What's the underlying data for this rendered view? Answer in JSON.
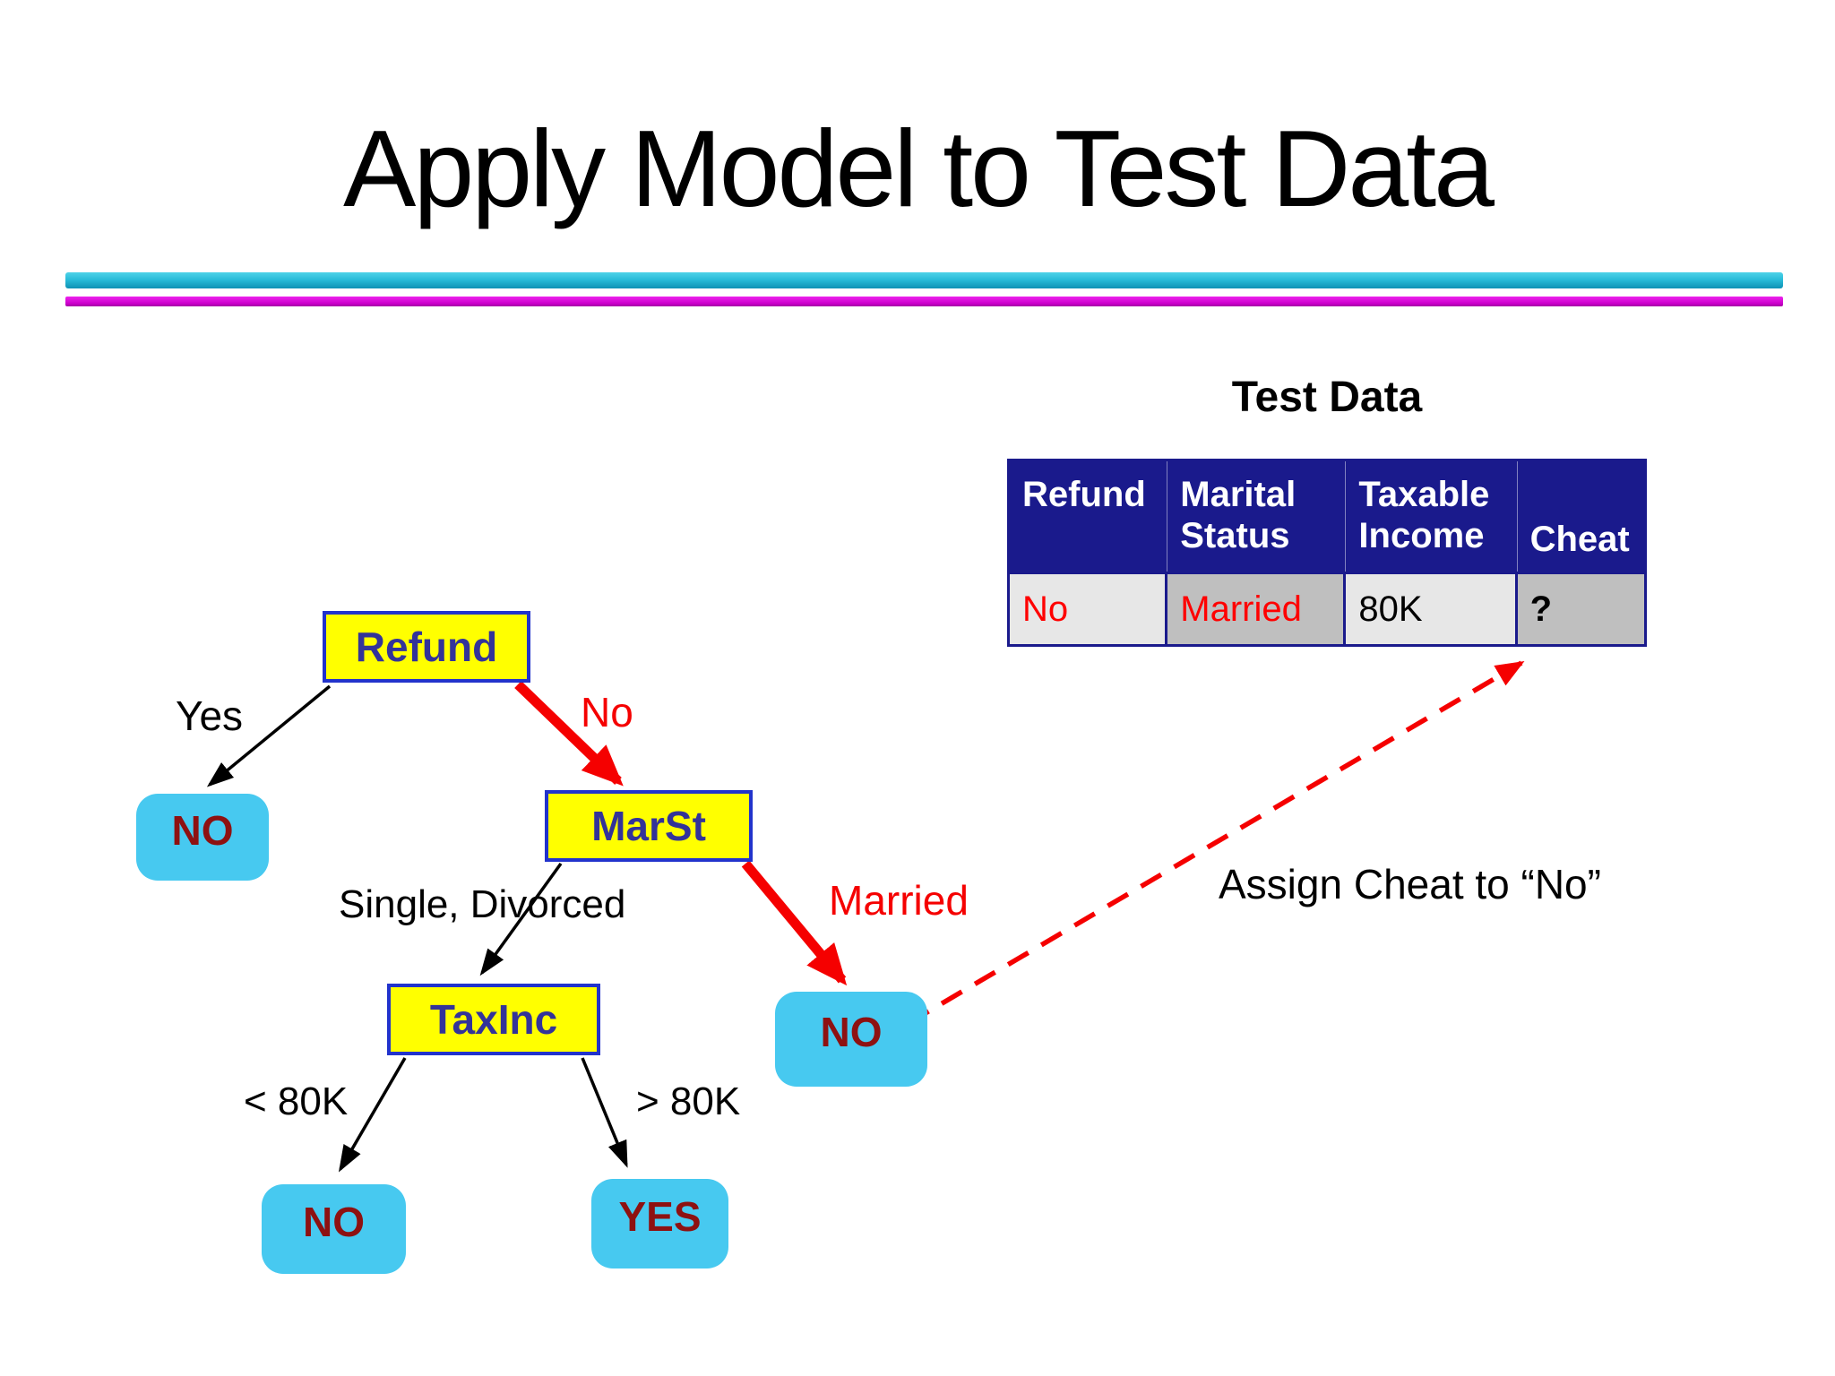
{
  "slide": {
    "title": "Apply Model to Test Data"
  },
  "colors": {
    "divider_top": "#29BCD9",
    "divider_bottom": "#CC00CC",
    "node_fill": "#FFFF00",
    "node_border": "#2233CC",
    "node_text": "#333399",
    "leaf_fill": "#47C9F0",
    "leaf_text": "#8E1111",
    "branch_highlight": "#F50000",
    "table_header_bg": "#1A1A8C",
    "table_header_text": "#FFFFFF",
    "cell_light": "#E7E7E7",
    "cell_dark": "#BFBFBF",
    "value_red": "#FF0000"
  },
  "test_data": {
    "heading": "Test Data",
    "columns": [
      "Refund",
      "Marital Status",
      "Taxable Income",
      "Cheat"
    ],
    "row": {
      "refund": "No",
      "marital_status": "Married",
      "taxable_income": "80K",
      "cheat": "?"
    }
  },
  "tree": {
    "nodes": {
      "root": "Refund",
      "marst": "MarSt",
      "taxinc": "TaxInc"
    },
    "leaves": {
      "refund_yes": "NO",
      "marst_married": "NO",
      "taxinc_low": "NO",
      "taxinc_high": "YES"
    },
    "branches": {
      "refund_yes": "Yes",
      "refund_no": "No",
      "marst_single": "Single, Divorced",
      "marst_married": "Married",
      "taxinc_low": "< 80K",
      "taxinc_high": "> 80K"
    }
  },
  "annotation": {
    "assign_text": "Assign Cheat to “No”"
  }
}
